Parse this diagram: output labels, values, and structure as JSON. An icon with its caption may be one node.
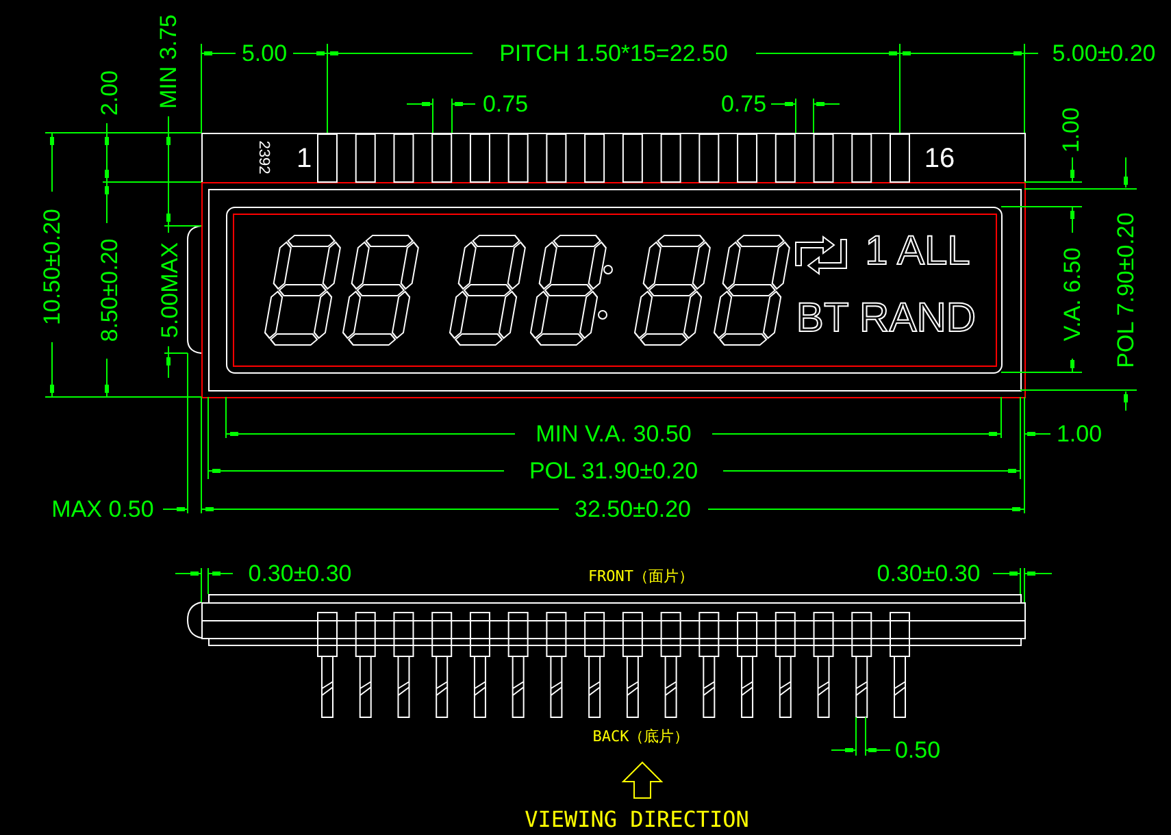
{
  "diagram": {
    "labels": [
      "MIN 3.75",
      "5.00",
      "PITCH 1.50*15=22.50",
      "5.00±0.20",
      "2.00",
      "0.75",
      "0.75",
      "1.00",
      "2392",
      "1",
      "16",
      "10.50±0.20",
      "8.50±0.20",
      "5.00MAX",
      "1 ALL",
      "BT RAND",
      "V.A. 6.50",
      "POL 7.90±0.20",
      "MIN V.A. 30.50",
      "1.00",
      "POL 31.90±0.20",
      "MAX 0.50",
      "32.50±0.20",
      "0.30±0.30",
      "FRONT（面片）",
      "0.30±0.30",
      "BACK（底片）",
      "0.50",
      "VIEWING DIRECTION"
    ]
  }
}
